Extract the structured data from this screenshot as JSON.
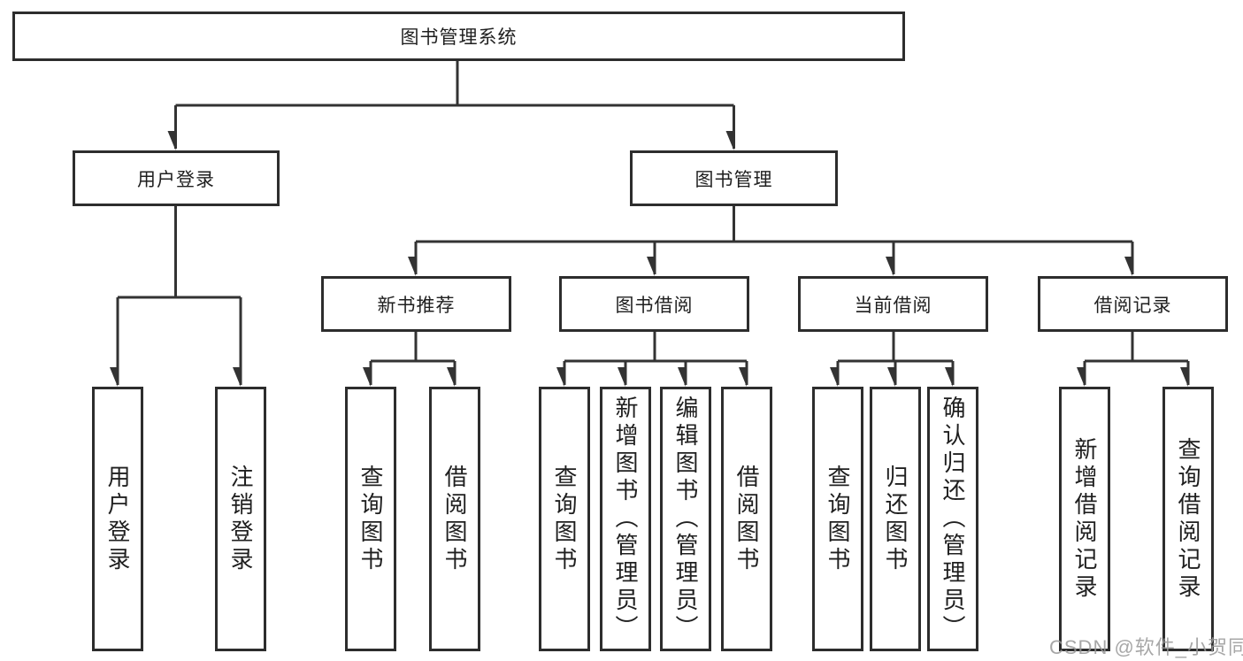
{
  "diagram_title": "图书管理系统",
  "nodes": {
    "root": "图书管理系统",
    "level2": [
      "用户登录",
      "图书管理"
    ],
    "level3": [
      "新书推荐",
      "图书借阅",
      "当前借阅",
      "借阅记录"
    ],
    "leaf_groups": [
      {
        "parent": "用户登录",
        "items": [
          "用户登录",
          "注销登录"
        ]
      },
      {
        "parent": "新书推荐",
        "items": [
          "查询图书",
          "借阅图书"
        ]
      },
      {
        "parent": "图书借阅",
        "items": [
          "查询图书",
          "新增图书（管理员）",
          "编辑图书（管理员）",
          "借阅图书"
        ]
      },
      {
        "parent": "当前借阅",
        "items": [
          "查询图书",
          "归还图书",
          "确认归还（管理员）"
        ]
      },
      {
        "parent": "借阅记录",
        "items": [
          "新增借阅记录",
          "查询借阅记录"
        ]
      }
    ]
  },
  "watermark": "CSDN @软件_小贺同学",
  "colors": {
    "line": "#333333",
    "box_border": "#2d2d2d",
    "box_fill": "#ffffff",
    "text": "#1f1f1f",
    "watermark": "#989898",
    "background": "#ffffff"
  }
}
